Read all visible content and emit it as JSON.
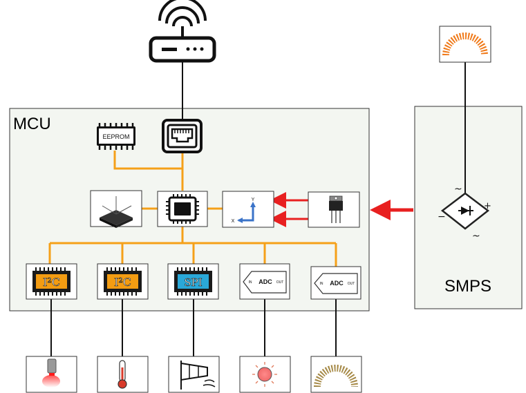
{
  "mcu": {
    "title": "MCU"
  },
  "smps": {
    "title": "SMPS"
  },
  "chips": {
    "eeprom": "EEPROM",
    "i2c_1": "I²C",
    "i2c_2": "I²C",
    "spi": "SPI"
  },
  "adc": {
    "in": "IN",
    "center": "ADC",
    "out": "OUT"
  },
  "axes": {
    "y": "Y",
    "x": "X"
  },
  "colors": {
    "bus": "#f5a019",
    "arrow": "#e82020",
    "panel": "#f3f6f1",
    "chip_dark": "#1a1a1a",
    "chip_orange": "#f39c12",
    "chip_blue": "#2aa8d8"
  },
  "icons": {
    "router": "wifi-router-icon",
    "ethernet": "ethernet-port-icon",
    "eeprom": "eeprom-chip-icon",
    "cpu": "microcontroller-icon",
    "imu": "imu-sensor-icon",
    "axes": "xy-axes-icon",
    "regulator": "voltage-regulator-icon",
    "bridge": "bridge-rectifier-icon",
    "coil_top": "coil-icon",
    "laser": "laser-sensor-icon",
    "thermometer": "thermometer-icon",
    "wind": "windsock-icon",
    "light": "light-sensor-icon",
    "coil_bottom": "coil-sensor-icon"
  }
}
